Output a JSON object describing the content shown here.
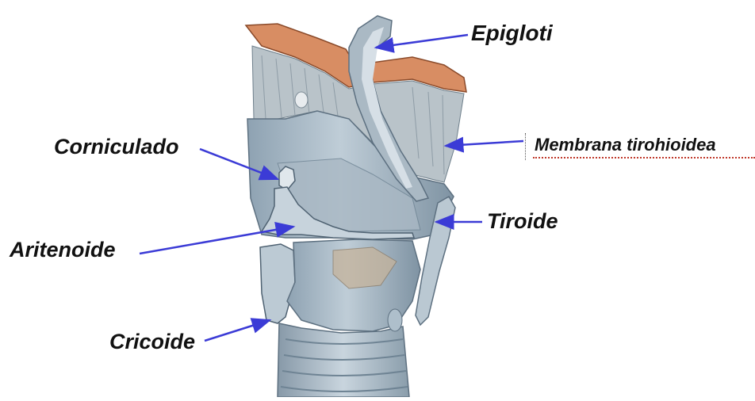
{
  "labels": {
    "epigloti": "Epigloti",
    "membrana": "Membrana tirohioidea",
    "corniculado": "Corniculado",
    "tiroide": "Tiroide",
    "aritenoide": "Aritenoide",
    "cricoide": "Cricoide"
  },
  "colors": {
    "arrow": "#3b3bd6",
    "cartilage": "#9fb2c0",
    "cartilage_dark": "#6f8494",
    "cartilage_light": "#cdd8e0",
    "bone": "#d88d63",
    "tissue": "#c5b39b"
  }
}
